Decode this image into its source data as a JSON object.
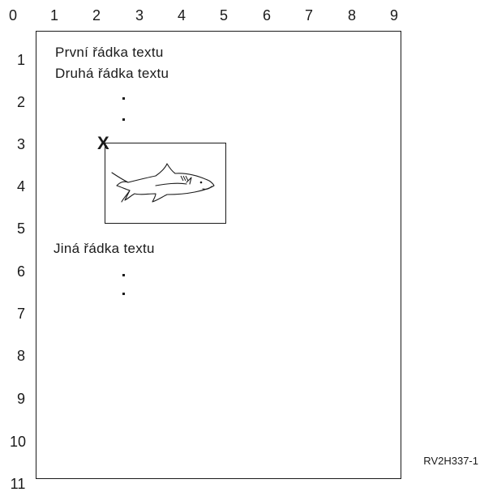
{
  "ruler": {
    "x_labels": [
      "0",
      "1",
      "2",
      "3",
      "4",
      "5",
      "6",
      "7",
      "8",
      "9"
    ],
    "y_labels": [
      "1",
      "2",
      "3",
      "4",
      "5",
      "6",
      "7",
      "8",
      "9",
      "10",
      "11"
    ]
  },
  "page": {
    "line_1": "První řádka textu",
    "line_2": "Druhá řádka textu",
    "line_3": "Jiná řádka textu",
    "position_marker": "X",
    "image_subject": "shark-icon"
  },
  "figure_id": "RV2H337-1"
}
